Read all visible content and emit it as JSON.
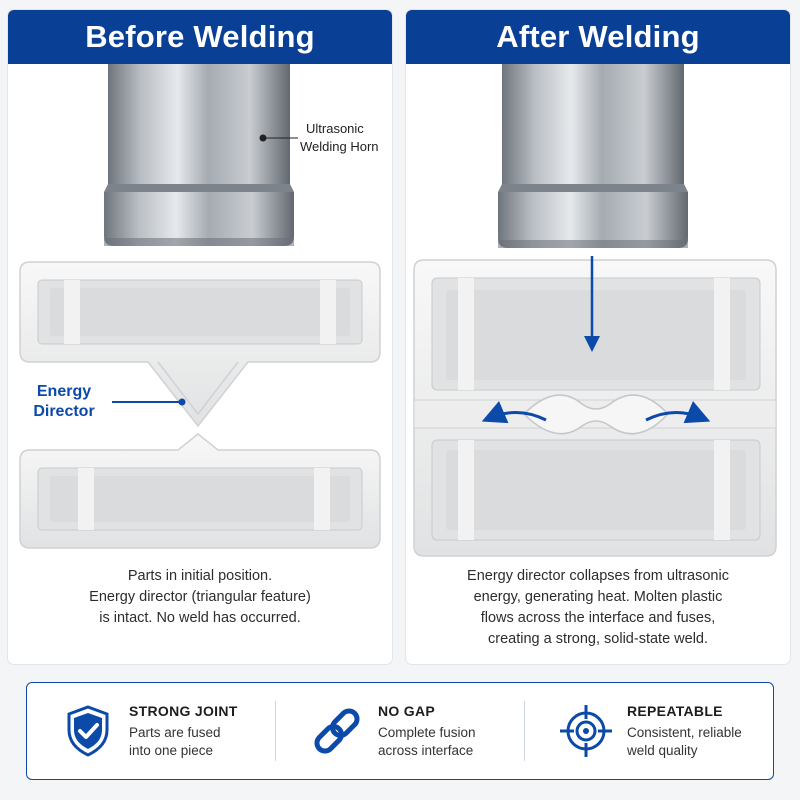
{
  "colors": {
    "accent": "#0a3f96",
    "arrow": "#0b4aa8",
    "part": "#eceded",
    "metal": "#9aa0a6"
  },
  "before": {
    "title": "Before Welding",
    "horn_label_line1": "Ultrasonic",
    "horn_label_line2": "Welding Horn",
    "energy_label_line1": "Energy",
    "energy_label_line2": "Director",
    "caption": [
      "Parts in initial position.",
      "Energy director (triangular feature)",
      "is intact. No weld has occurred."
    ]
  },
  "after": {
    "title": "After Welding",
    "caption": [
      "Energy director collapses from ultrasonic",
      "energy, generating heat. Molten plastic",
      "flows across the interface and fuses,",
      "creating a strong, solid-state weld."
    ]
  },
  "benefits": [
    {
      "icon": "shield-check-icon",
      "title": "STRONG JOINT",
      "desc_line1": "Parts are fused",
      "desc_line2": "into one piece"
    },
    {
      "icon": "chain-link-icon",
      "title": "NO GAP",
      "desc_line1": "Complete fusion",
      "desc_line2": "across interface"
    },
    {
      "icon": "crosshair-target-icon",
      "title": "REPEATABLE",
      "desc_line1": "Consistent, reliable",
      "desc_line2": "weld quality"
    }
  ]
}
